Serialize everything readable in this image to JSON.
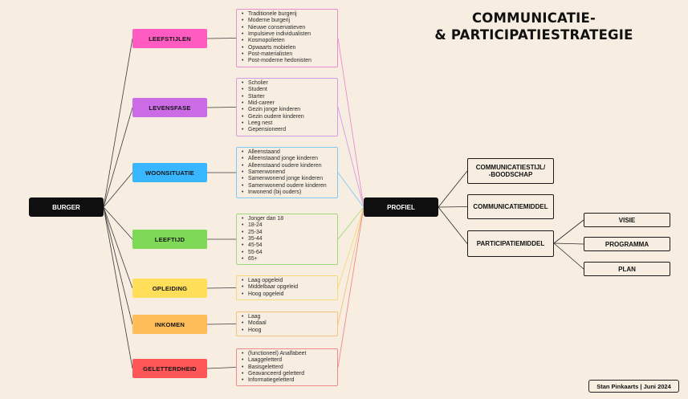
{
  "title": {
    "line1": "COMMUNICATIE-",
    "line2": "& PARTICIPATIESTRATEGIE"
  },
  "burger": "BURGER",
  "profiel": "PROFIEL",
  "categories": [
    {
      "label": "LEEFSTIJLEN",
      "color": "#ff5bc0",
      "line_color": "#e98fcf",
      "items": [
        "Traditionele burgerij",
        "Moderne burgerij",
        "Nieuwe conservatieven",
        "Impulsieve individualisten",
        "Kosmopolieten",
        "Opwaarts mobielen",
        "Post-materialisten",
        "Post-moderne hedonisten"
      ]
    },
    {
      "label": "LEVENSFASE",
      "color": "#cb6ce6",
      "line_color": "#d49be6",
      "items": [
        "Scholier",
        "Student",
        "Starter",
        "Mid-career",
        "Gezin jonge kinderen",
        "Gezin oudere kinderen",
        "Leeg nest",
        "Gepensioneerd"
      ]
    },
    {
      "label": "WOONSITUATIE",
      "color": "#38b6ff",
      "line_color": "#7fcaf2",
      "items": [
        "Alleenstaand",
        "Alleenstaand jonge kinderen",
        "Alleenstaand oudere kinderen",
        "Samenwonend",
        "Samenwonend jonge kinderen",
        "Samenwonend oudere kinderen",
        "Inwonend (bij ouders)"
      ]
    },
    {
      "label": "LEEFTIJD",
      "color": "#7ed957",
      "line_color": "#9fd97f",
      "items": [
        "Jonger dan 18",
        "18-24",
        "25-34",
        "35-44",
        "45-54",
        "55-64",
        "65+"
      ]
    },
    {
      "label": "OPLEIDING",
      "color": "#ffde59",
      "line_color": "#f5da7a",
      "items": [
        "Laag opgeleid",
        "Middelbaar opgeleid",
        "Hoog opgeleid"
      ]
    },
    {
      "label": "INKOMEN",
      "color": "#ffbd59",
      "line_color": "#f2c27e",
      "items": [
        "Laag",
        "Modaal",
        "Hoog"
      ]
    },
    {
      "label": "GELETTERDHEID",
      "color": "#ff5757",
      "line_color": "#ee8a8a",
      "items": [
        "(functioneel) Analfabeet",
        "Laaggeletterd",
        "Basisgeletterd",
        "Geavanceerd geletterd",
        "Informatiegeletterd"
      ]
    }
  ],
  "outputs": [
    {
      "label_lines": [
        "COMMUNICATIESTIJL/",
        "-BOODSCHAP"
      ]
    },
    {
      "label_lines": [
        "COMMUNICATIEMIDDEL"
      ]
    },
    {
      "label_lines": [
        "PARTICIPATIEMIDDEL"
      ]
    }
  ],
  "levels": [
    "VISIE",
    "PROGRAMMA",
    "PLAN"
  ],
  "credit": "Stan Pinkaarts | Juni 2024"
}
